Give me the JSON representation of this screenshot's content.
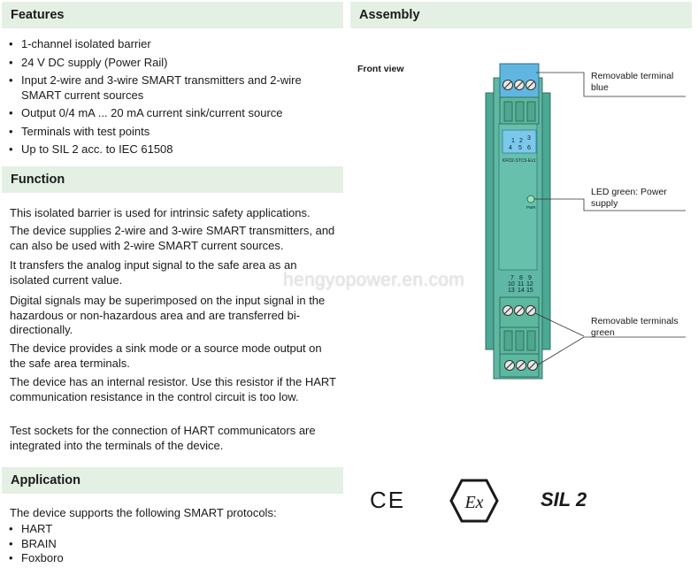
{
  "features": {
    "title": "Features",
    "items": [
      "1-channel isolated barrier",
      "24 V DC supply (Power Rail)",
      "Input 2-wire and 3-wire SMART transmitters and 2-wire SMART current sources",
      "Output 0/4 mA ... 20 mA current sink/current source",
      "Terminals with test points",
      "Up to SIL 2 acc. to IEC 61508"
    ]
  },
  "function": {
    "title": "Function",
    "paragraphs": [
      "This isolated barrier is used for intrinsic safety applications.",
      "The device supplies 2-wire and 3-wire SMART transmitters, and can also be used with 2-wire SMART current sources.",
      "It transfers the analog input signal to the safe area as an isolated current value.",
      "Digital signals may be superimposed on the input signal in the hazardous or non-hazardous area and are transferred bi-directionally.",
      "The device provides a sink mode or a source mode output on the safe area terminals.",
      "The device has an internal resistor. Use this resistor if the HART communication resistance in the control circuit is too low.",
      "Test sockets for the connection of HART communicators are integrated into the terminals of the device."
    ]
  },
  "application": {
    "title": "Application",
    "intro": "The device supports the following SMART protocols:",
    "items": [
      "HART",
      "BRAIN",
      "Foxboro"
    ]
  },
  "assembly": {
    "title": "Assembly",
    "front_view_label": "Front view",
    "callouts": {
      "terminal_blue": "Removable terminal blue",
      "led_green": "LED green: Power supply",
      "terminals_green": "Removable terminals green"
    },
    "device": {
      "model": "KFD2-STC5-Ex1",
      "pwr_label": "PWR",
      "top_terminal_numbers": [
        "1",
        "2",
        "3",
        "4",
        "5",
        "6"
      ],
      "bottom_terminal_numbers": [
        "7",
        "8",
        "9",
        "10",
        "11",
        "12",
        "13",
        "14",
        "15"
      ]
    }
  },
  "certifications": {
    "ce": "CE",
    "ex": "Ex",
    "sil": "SIL 2"
  },
  "watermark": "hengyopower.en.com",
  "colors": {
    "header_bg": "#e3f0e3",
    "device_body": "#5fb8a4",
    "terminal_blue": "#5fb6e0",
    "terminal_green": "#5cb89e"
  }
}
